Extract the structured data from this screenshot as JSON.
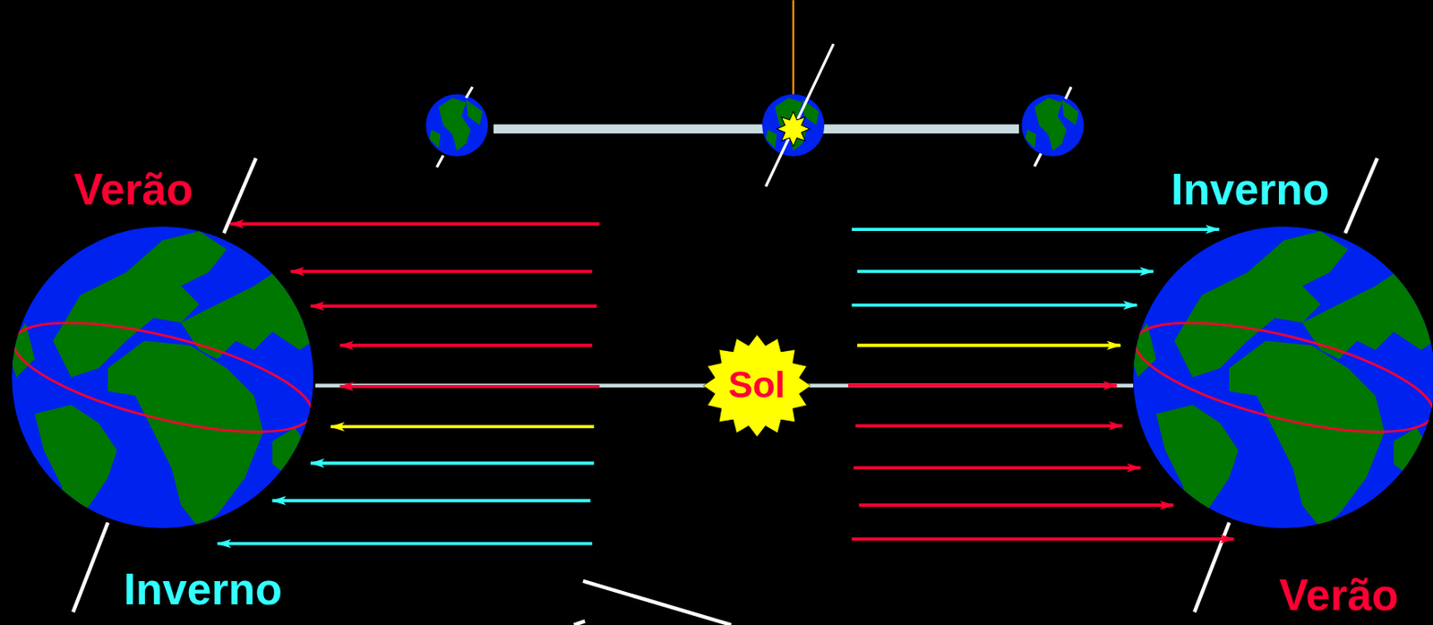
{
  "diagram": {
    "nodes": [
      {
        "text": [
          "Sol"
        ]
      }
    ],
    "labels": [
      "Verão",
      "Inverno",
      "Inverno",
      "Verão"
    ]
  }
}
